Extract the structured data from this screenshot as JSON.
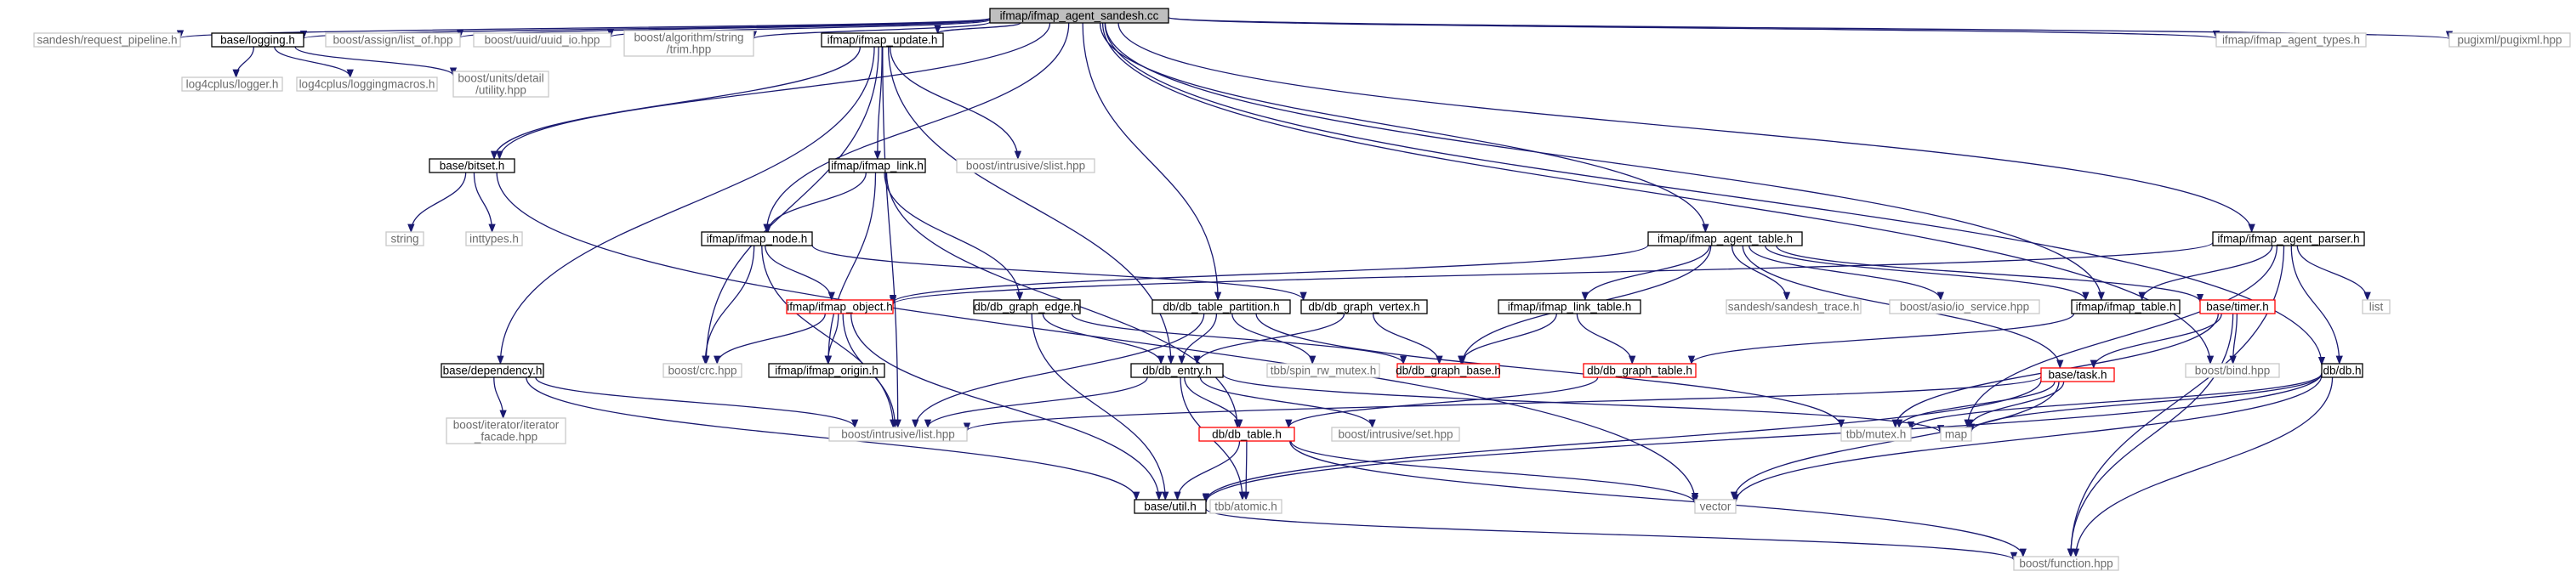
{
  "colors": {
    "edge": "#191970",
    "edge_light": "#bdbdbd",
    "node_border": "#000000",
    "node_missing_border": "#c8c8c8",
    "node_incomplete_border": "#ff0000",
    "root_fill": "#bfbfbf"
  },
  "nodes": [
    {
      "id": "root",
      "label": [
        "ifmap/ifmap_agent_sandesh.cc"
      ],
      "kind": "root"
    },
    {
      "id": "req_pipeline",
      "label": [
        "sandesh/request_pipeline.h"
      ],
      "kind": "missing"
    },
    {
      "id": "logging",
      "label": [
        "base/logging.h"
      ],
      "kind": "file"
    },
    {
      "id": "assign",
      "label": [
        "boost/assign/list_of.hpp"
      ],
      "kind": "missing"
    },
    {
      "id": "uuid_io",
      "label": [
        "boost/uuid/uuid_io.hpp"
      ],
      "kind": "missing"
    },
    {
      "id": "trim",
      "label": [
        "boost/algorithm/string",
        "/trim.hpp"
      ],
      "kind": "missing"
    },
    {
      "id": "ifmap_update",
      "label": [
        "ifmap/ifmap_update.h"
      ],
      "kind": "file"
    },
    {
      "id": "agent_types",
      "label": [
        "ifmap/ifmap_agent_types.h"
      ],
      "kind": "missing"
    },
    {
      "id": "pugixml",
      "label": [
        "pugixml/pugixml.hpp"
      ],
      "kind": "missing"
    },
    {
      "id": "log4_logger",
      "label": [
        "log4cplus/logger.h"
      ],
      "kind": "missing"
    },
    {
      "id": "log4_macros",
      "label": [
        "log4cplus/loggingmacros.h"
      ],
      "kind": "missing"
    },
    {
      "id": "units",
      "label": [
        "boost/units/detail",
        "/utility.hpp"
      ],
      "kind": "missing"
    },
    {
      "id": "bitset",
      "label": [
        "base/bitset.h"
      ],
      "kind": "file"
    },
    {
      "id": "ifmap_link",
      "label": [
        "ifmap/ifmap_link.h"
      ],
      "kind": "file"
    },
    {
      "id": "slist",
      "label": [
        "boost/intrusive/slist.hpp"
      ],
      "kind": "missing"
    },
    {
      "id": "string",
      "label": [
        "string"
      ],
      "kind": "missing"
    },
    {
      "id": "inttypes",
      "label": [
        "inttypes.h"
      ],
      "kind": "missing"
    },
    {
      "id": "ifmap_node",
      "label": [
        "ifmap/ifmap_node.h"
      ],
      "kind": "file"
    },
    {
      "id": "agent_table",
      "label": [
        "ifmap/ifmap_agent_table.h"
      ],
      "kind": "file"
    },
    {
      "id": "agent_parser",
      "label": [
        "ifmap/ifmap_agent_parser.h"
      ],
      "kind": "file"
    },
    {
      "id": "ifmap_object",
      "label": [
        "ifmap/ifmap_object.h"
      ],
      "kind": "incomplete"
    },
    {
      "id": "graph_edge",
      "label": [
        "db/db_graph_edge.h"
      ],
      "kind": "file"
    },
    {
      "id": "table_partition",
      "label": [
        "db/db_table_partition.h"
      ],
      "kind": "file"
    },
    {
      "id": "graph_vertex",
      "label": [
        "db/db_graph_vertex.h"
      ],
      "kind": "file"
    },
    {
      "id": "link_table",
      "label": [
        "ifmap/ifmap_link_table.h"
      ],
      "kind": "file"
    },
    {
      "id": "sandesh_trace",
      "label": [
        "sandesh/sandesh_trace.h"
      ],
      "kind": "missing"
    },
    {
      "id": "io_service",
      "label": [
        "boost/asio/io_service.hpp"
      ],
      "kind": "missing"
    },
    {
      "id": "ifmap_table",
      "label": [
        "ifmap/ifmap_table.h"
      ],
      "kind": "file"
    },
    {
      "id": "timer",
      "label": [
        "base/timer.h"
      ],
      "kind": "incomplete"
    },
    {
      "id": "list",
      "label": [
        "list"
      ],
      "kind": "missing"
    },
    {
      "id": "dependency",
      "label": [
        "base/dependency.h"
      ],
      "kind": "file"
    },
    {
      "id": "crc",
      "label": [
        "boost/crc.hpp"
      ],
      "kind": "missing"
    },
    {
      "id": "ifmap_origin",
      "label": [
        "ifmap/ifmap_origin.h"
      ],
      "kind": "file"
    },
    {
      "id": "db_entry",
      "label": [
        "db/db_entry.h"
      ],
      "kind": "file"
    },
    {
      "id": "rw_mutex",
      "label": [
        "tbb/spin_rw_mutex.h"
      ],
      "kind": "missing"
    },
    {
      "id": "graph_base",
      "label": [
        "db/db_graph_base.h"
      ],
      "kind": "incomplete"
    },
    {
      "id": "graph_table",
      "label": [
        "db/db_graph_table.h"
      ],
      "kind": "incomplete"
    },
    {
      "id": "bind",
      "label": [
        "boost/bind.hpp"
      ],
      "kind": "missing"
    },
    {
      "id": "db",
      "label": [
        "db/db.h"
      ],
      "kind": "file"
    },
    {
      "id": "task",
      "label": [
        "base/task.h"
      ],
      "kind": "incomplete"
    },
    {
      "id": "iter_facade",
      "label": [
        "boost/iterator/iterator",
        "_facade.hpp"
      ],
      "kind": "missing"
    },
    {
      "id": "intrusive_list",
      "label": [
        "boost/intrusive/list.hpp"
      ],
      "kind": "missing"
    },
    {
      "id": "db_table",
      "label": [
        "db/db_table.h"
      ],
      "kind": "incomplete"
    },
    {
      "id": "intrusive_set",
      "label": [
        "boost/intrusive/set.hpp"
      ],
      "kind": "missing"
    },
    {
      "id": "tbb_mutex",
      "label": [
        "tbb/mutex.h"
      ],
      "kind": "missing"
    },
    {
      "id": "map",
      "label": [
        "map"
      ],
      "kind": "missing"
    },
    {
      "id": "vector",
      "label": [
        "vector"
      ],
      "kind": "missing"
    },
    {
      "id": "util",
      "label": [
        "base/util.h"
      ],
      "kind": "file"
    },
    {
      "id": "atomic",
      "label": [
        "tbb/atomic.h"
      ],
      "kind": "missing"
    },
    {
      "id": "function",
      "label": [
        "boost/function.hpp"
      ],
      "kind": "missing"
    }
  ],
  "edges": [
    [
      "root",
      "req_pipeline"
    ],
    [
      "root",
      "logging"
    ],
    [
      "root",
      "assign"
    ],
    [
      "root",
      "uuid_io"
    ],
    [
      "root",
      "trim"
    ],
    [
      "root",
      "ifmap_update"
    ],
    [
      "root",
      "agent_types"
    ],
    [
      "root",
      "pugixml"
    ],
    [
      "root",
      "bitset"
    ],
    [
      "root",
      "ifmap_node"
    ],
    [
      "root",
      "table_partition"
    ],
    [
      "root",
      "agent_table"
    ],
    [
      "root",
      "agent_parser"
    ],
    [
      "root",
      "ifmap_table"
    ],
    [
      "root",
      "db"
    ],
    [
      "root",
      "bind"
    ],
    [
      "logging",
      "log4_logger"
    ],
    [
      "logging",
      "log4_macros"
    ],
    [
      "logging",
      "units"
    ],
    [
      "ifmap_update",
      "bitset"
    ],
    [
      "ifmap_update",
      "ifmap_link"
    ],
    [
      "ifmap_update",
      "slist"
    ],
    [
      "ifmap_update",
      "dependency"
    ],
    [
      "ifmap_update",
      "crc"
    ],
    [
      "ifmap_update",
      "intrusive_list"
    ],
    [
      "ifmap_update",
      "db_entry"
    ],
    [
      "bitset",
      "string"
    ],
    [
      "bitset",
      "inttypes"
    ],
    [
      "bitset",
      "vector"
    ],
    [
      "ifmap_link",
      "ifmap_node"
    ],
    [
      "ifmap_link",
      "graph_edge"
    ],
    [
      "ifmap_link",
      "ifmap_origin"
    ],
    [
      "ifmap_link",
      "db_table"
    ],
    [
      "ifmap_node",
      "ifmap_object"
    ],
    [
      "ifmap_node",
      "graph_vertex"
    ],
    [
      "ifmap_node",
      "crc"
    ],
    [
      "ifmap_node",
      "intrusive_list"
    ],
    [
      "agent_table",
      "ifmap_object"
    ],
    [
      "agent_table",
      "link_table"
    ],
    [
      "agent_table",
      "sandesh_trace"
    ],
    [
      "agent_table",
      "io_service"
    ],
    [
      "agent_table",
      "ifmap_table"
    ],
    [
      "agent_table",
      "timer"
    ],
    [
      "agent_table",
      "graph_base"
    ],
    [
      "agent_table",
      "task"
    ],
    [
      "agent_parser",
      "ifmap_object"
    ],
    [
      "agent_parser",
      "ifmap_table"
    ],
    [
      "agent_parser",
      "list"
    ],
    [
      "agent_parser",
      "db"
    ],
    [
      "agent_parser",
      "map"
    ],
    [
      "agent_parser",
      "function"
    ],
    [
      "ifmap_object",
      "crc"
    ],
    [
      "ifmap_object",
      "ifmap_origin"
    ],
    [
      "ifmap_object",
      "intrusive_list"
    ],
    [
      "ifmap_object",
      "util"
    ],
    [
      "graph_edge",
      "db_entry"
    ],
    [
      "graph_edge",
      "graph_base"
    ],
    [
      "graph_edge",
      "util"
    ],
    [
      "table_partition",
      "db_entry"
    ],
    [
      "table_partition",
      "rw_mutex"
    ],
    [
      "table_partition",
      "tbb_mutex"
    ],
    [
      "table_partition",
      "intrusive_list"
    ],
    [
      "graph_vertex",
      "db_entry"
    ],
    [
      "graph_vertex",
      "graph_base"
    ],
    [
      "link_table",
      "graph_base"
    ],
    [
      "link_table",
      "graph_table"
    ],
    [
      "ifmap_table",
      "graph_table"
    ],
    [
      "timer",
      "task"
    ],
    [
      "timer",
      "bind"
    ],
    [
      "timer",
      "tbb_mutex"
    ],
    [
      "timer",
      "function"
    ],
    [
      "dependency",
      "iter_facade"
    ],
    [
      "dependency",
      "intrusive_list"
    ],
    [
      "dependency",
      "util"
    ],
    [
      "db_entry",
      "intrusive_list"
    ],
    [
      "db_entry",
      "db_table"
    ],
    [
      "db_entry",
      "intrusive_set"
    ],
    [
      "db_entry",
      "atomic"
    ],
    [
      "db_entry",
      "map"
    ],
    [
      "graph_table",
      "db_table"
    ],
    [
      "db",
      "map"
    ],
    [
      "db",
      "tbb_mutex"
    ],
    [
      "db",
      "vector"
    ],
    [
      "db",
      "util"
    ],
    [
      "db",
      "function"
    ],
    [
      "task",
      "intrusive_list"
    ],
    [
      "task",
      "tbb_mutex"
    ],
    [
      "task",
      "map"
    ],
    [
      "task",
      "vector"
    ],
    [
      "task",
      "util"
    ],
    [
      "db_table",
      "util"
    ],
    [
      "db_table",
      "atomic"
    ],
    [
      "db_table",
      "vector"
    ],
    [
      "db_table",
      "function"
    ],
    [
      "util",
      "function"
    ]
  ]
}
